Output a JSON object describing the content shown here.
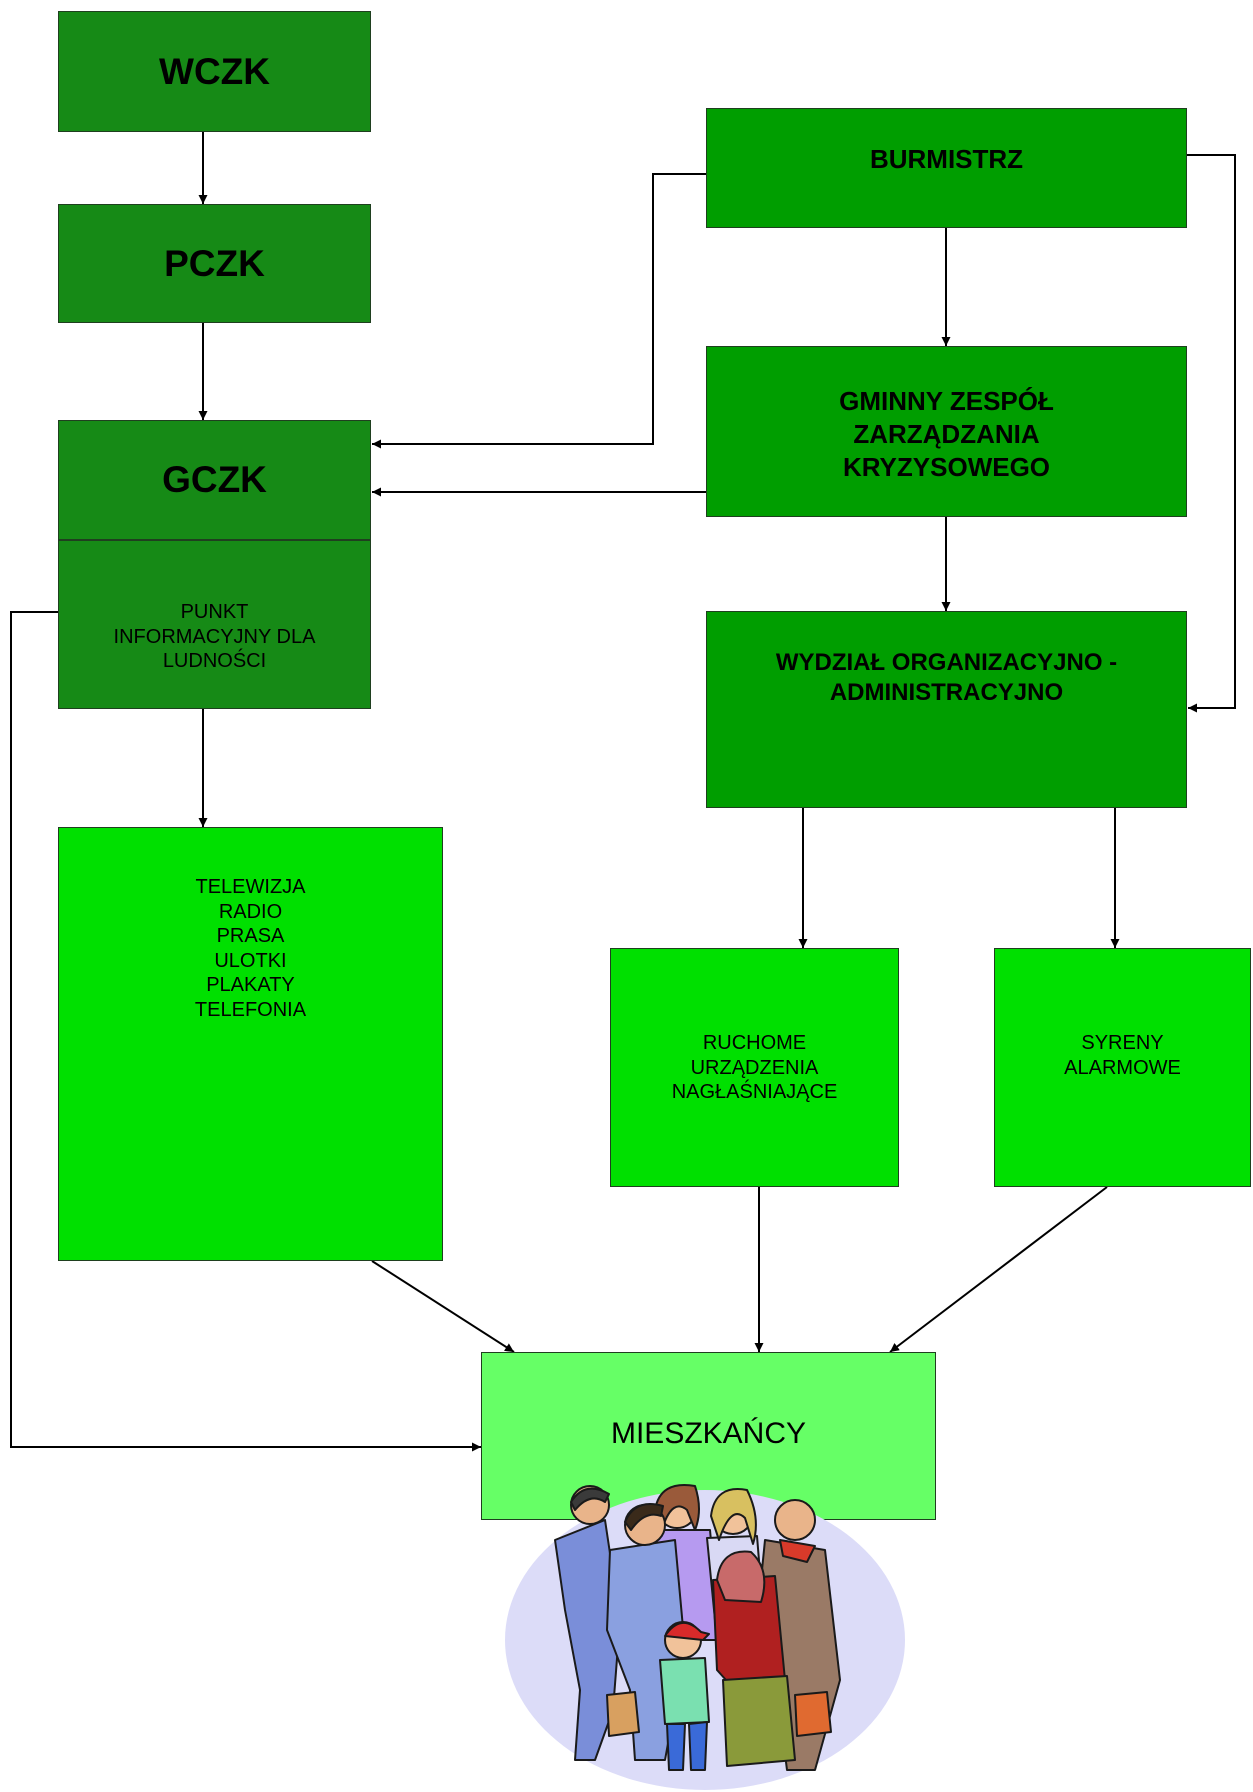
{
  "nodes": {
    "wczk": "WCZK",
    "pczk": "PCZK",
    "gczk": "GCZK",
    "punkt_informacyjny": "PUNKT\nINFORMACYJNY DLA\nLUDNOŚCI",
    "burmistrz": "BURMISTRZ",
    "gminny_zespol": "GMINNY ZESPÓŁ\nZARZĄDZANIA\nKRYZYSOWEGO",
    "wydzial": "WYDZIAŁ ORGANIZACYJNO -\nADMINISTRACYJNO",
    "media": "TELEWIZJA\nRADIO\nPRASA\nULOTKI\nPLAKATY\nTELEFONIA",
    "ruchome_urzadzenia": "RUCHOME\nURZĄDZENIA\nNAGŁAŚNIAJĄCE",
    "syreny": "SYRENY\nALARMOWE",
    "mieszkancy": "MIESZKAŃCY"
  },
  "edges": [
    {
      "from": "WCZK",
      "to": "PCZK"
    },
    {
      "from": "PCZK",
      "to": "GCZK"
    },
    {
      "from": "BURMISTRZ",
      "to": "GCZK"
    },
    {
      "from": "BURMISTRZ",
      "to": "GMINNY ZESPÓŁ ZARZĄDZANIA KRYZYSOWEGO"
    },
    {
      "from": "BURMISTRZ",
      "to": "WYDZIAŁ ORGANIZACYJNO - ADMINISTRACYJNO"
    },
    {
      "from": "GMINNY ZESPÓŁ ZARZĄDZANIA KRYZYSOWEGO",
      "to": "GCZK"
    },
    {
      "from": "GMINNY ZESPÓŁ ZARZĄDZANIA KRYZYSOWEGO",
      "to": "WYDZIAŁ ORGANIZACYJNO - ADMINISTRACYJNO"
    },
    {
      "from": "PUNKT INFORMACYJNY DLA LUDNOŚCI",
      "to": "TELEWIZJA / RADIO / PRASA / ULOTKI / PLAKATY / TELEFONIA"
    },
    {
      "from": "PUNKT INFORMACYJNY DLA LUDNOŚCI",
      "to": "MIESZKAŃCY"
    },
    {
      "from": "WYDZIAŁ ORGANIZACYJNO - ADMINISTRACYJNO",
      "to": "RUCHOME URZĄDZENIA NAGŁAŚNIAJĄCE"
    },
    {
      "from": "WYDZIAŁ ORGANIZACYJNO - ADMINISTRACYJNO",
      "to": "SYRENY ALARMOWE"
    },
    {
      "from": "TELEWIZJA / RADIO / PRASA / ULOTKI / PLAKATY / TELEFONIA",
      "to": "MIESZKAŃCY"
    },
    {
      "from": "RUCHOME URZĄDZENIA NAGŁAŚNIAJĄCE",
      "to": "MIESZKAŃCY"
    },
    {
      "from": "SYRENY ALARMOWE",
      "to": "MIESZKAŃCY"
    }
  ],
  "colors": {
    "dark_green": "#168a16",
    "mid_green": "#009e00",
    "bright_green": "#00e000",
    "light_green": "#66ff66",
    "connector": "#000000"
  },
  "illustration": "crowd-of-people-clipart"
}
